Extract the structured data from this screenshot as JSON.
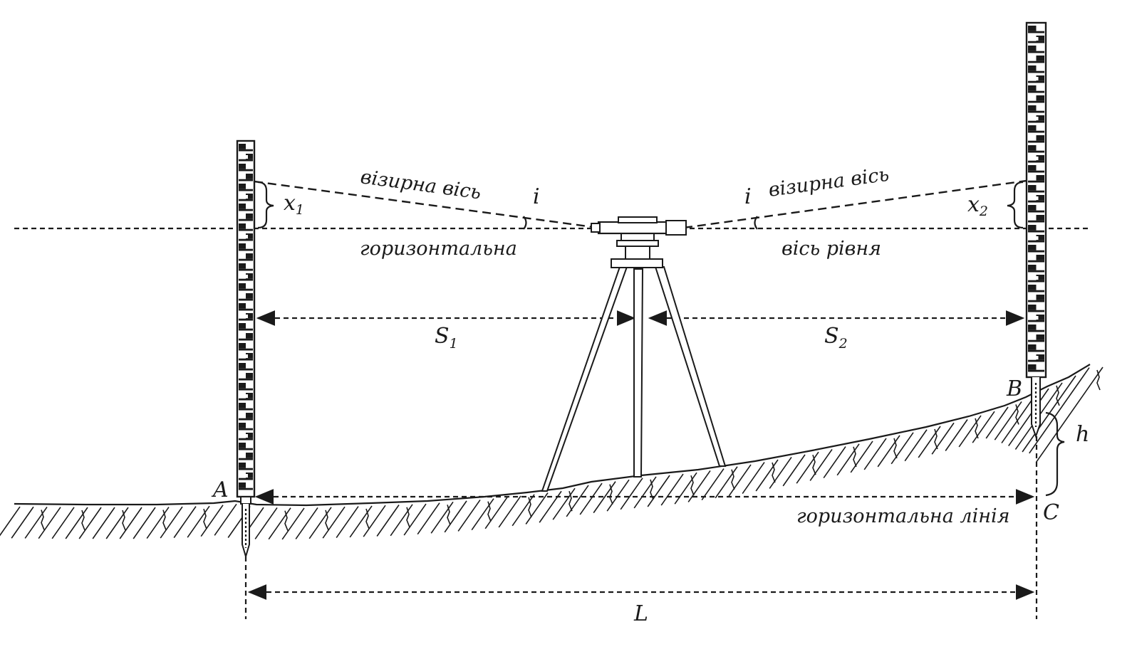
{
  "labels": {
    "sight_axis_left": "візирна вісь",
    "sight_axis_right": "візирна вісь",
    "horizontal_left": "горизонтальна",
    "level_axis_right": "вісь рівня",
    "angle_i_left": "i",
    "angle_i_right": "i",
    "x1_main": "x",
    "x1_sub": "1",
    "x2_main": "x",
    "x2_sub": "2",
    "s1_main": "S",
    "s1_sub": "1",
    "s2_main": "S",
    "s2_sub": "2",
    "point_a": "A",
    "point_b": "B",
    "point_c": "C",
    "height_h": "h",
    "horizontal_line": "горизонтальна лінія",
    "length_l": "L"
  },
  "colors": {
    "ink": "#1a1a1a",
    "background": "#ffffff"
  }
}
